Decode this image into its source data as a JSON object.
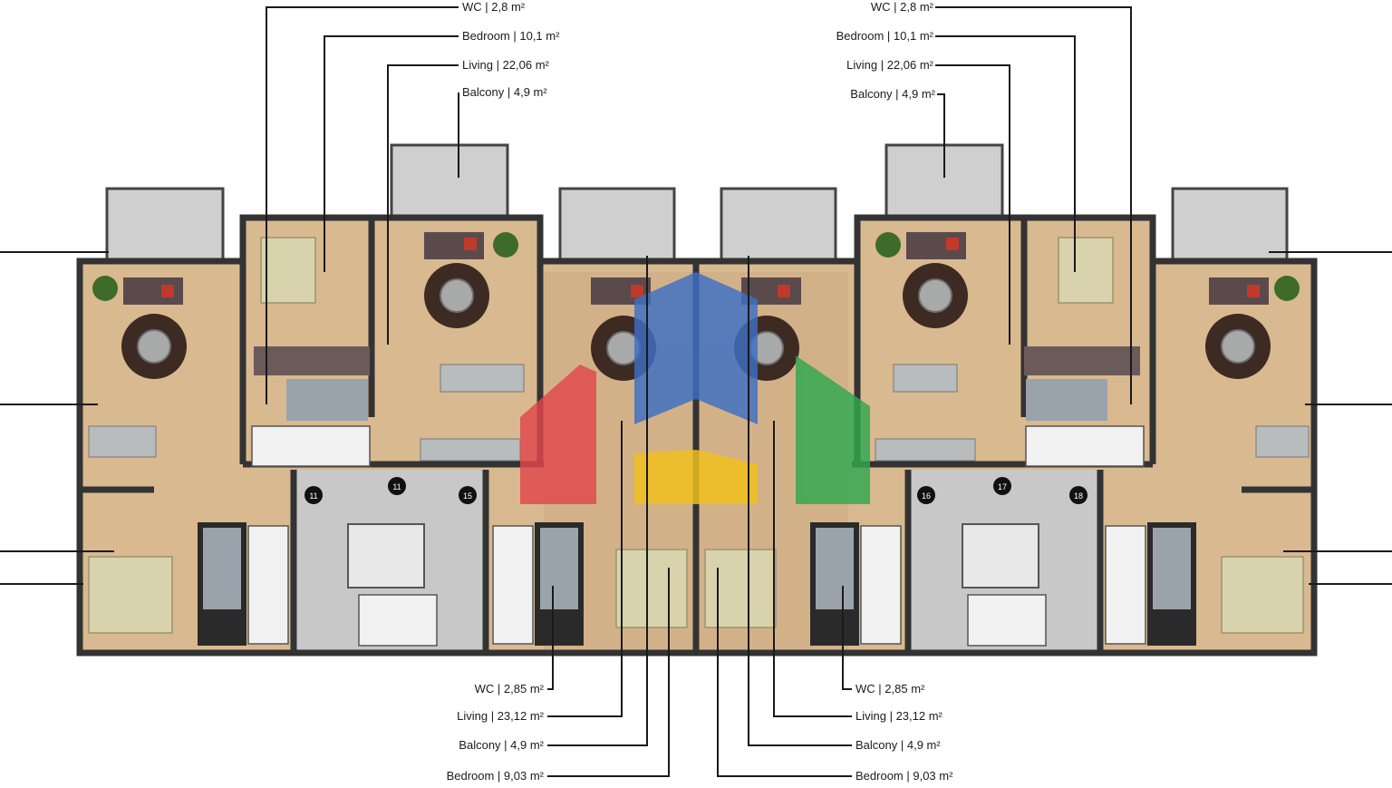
{
  "labels_top_left": [
    {
      "room": "WC",
      "area": "2,8 m²"
    },
    {
      "room": "Bedroom",
      "area": "10,1 m²"
    },
    {
      "room": "Living",
      "area": "22,06 m²"
    },
    {
      "room": "Balcony",
      "area": "4,9 m²"
    }
  ],
  "labels_top_right": [
    {
      "room": "WC",
      "area": "2,8 m²"
    },
    {
      "room": "Bedroom",
      "area": "10,1 m²"
    },
    {
      "room": "Living",
      "area": "22,06 m²"
    },
    {
      "room": "Balcony",
      "area": "4,9 m²"
    }
  ],
  "labels_bottom_left": [
    {
      "room": "WC",
      "area": "2,85 m²"
    },
    {
      "room": "Living",
      "area": "23,12 m²"
    },
    {
      "room": "Balcony",
      "area": "4,9 m²"
    },
    {
      "room": "Bedroom",
      "area": "9,03 m²"
    }
  ],
  "labels_bottom_right": [
    {
      "room": "WC",
      "area": "2,85 m²"
    },
    {
      "room": "Living",
      "area": "23,12 m²"
    },
    {
      "room": "Balcony",
      "area": "4,9 m²"
    },
    {
      "room": "Bedroom",
      "area": "9,03 m²"
    }
  ],
  "label_separator": " | ",
  "unit_markers": {
    "left_core": [
      "11",
      "11",
      "15"
    ],
    "right_core": [
      "16",
      "17",
      "18"
    ]
  },
  "watermark_colors": [
    "#e0474c",
    "#3d6fc4",
    "#f2c21b",
    "#2ea84f"
  ],
  "floor_colors": {
    "wood": "#d9b98f",
    "core": "#c8c8c8",
    "walls": "#333333"
  }
}
